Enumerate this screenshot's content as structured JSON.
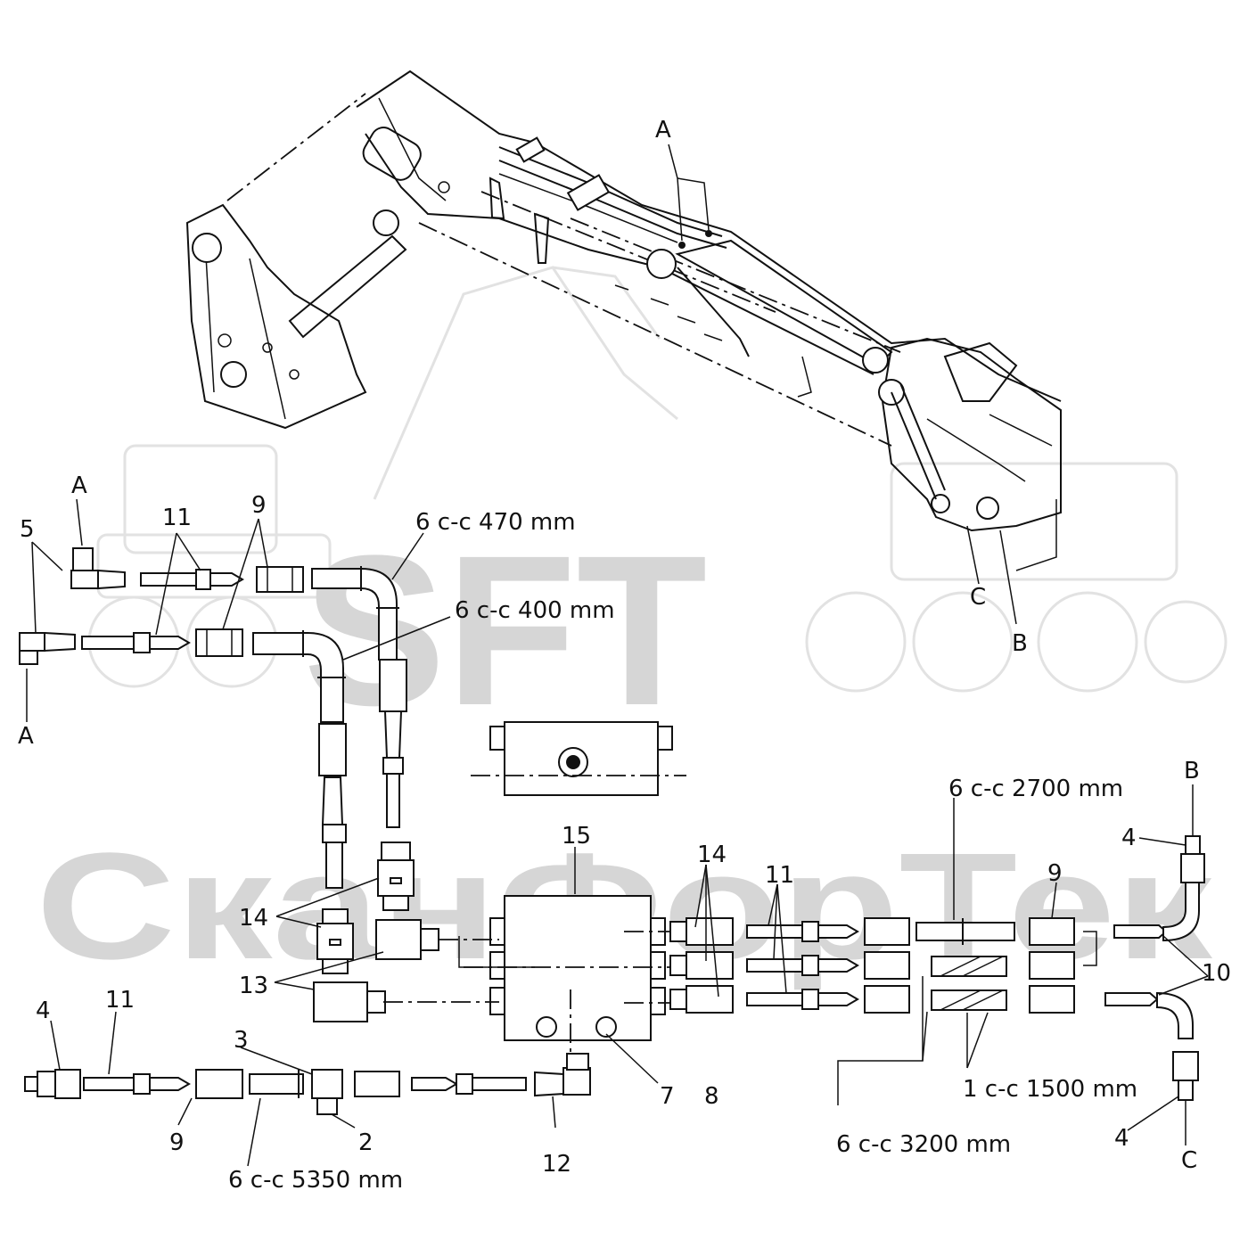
{
  "watermark": {
    "brand": "SFT",
    "company": "СканФорТек"
  },
  "diagram": {
    "boom_labels": {
      "a_top": "A",
      "b_end": "B",
      "c_end": "C"
    },
    "callouts": {
      "a_upper": "A",
      "a_lower": "A",
      "n5": "5",
      "n11_top": "11",
      "n9_top": "9",
      "hose_470": "6  c-c 470 mm",
      "hose_400": "6  c-c 400 mm",
      "n14_left": "14",
      "n13": "13",
      "n15": "15",
      "n14_right": "14",
      "n11_right": "11",
      "hose_2700": "6 c-c 2700 mm",
      "n9_right": "9",
      "b_right": "B",
      "n4_right_top": "4",
      "n10": "10",
      "n4_left": "4",
      "n11_bottom": "11",
      "n3": "3",
      "n2": "2",
      "n9_bottom": "9",
      "hose_5350": "6 c-c 5350 mm",
      "n12": "12",
      "n7": "7",
      "n8": "8",
      "n1_1500": "1 c-c 1500 mm",
      "hose_3200": "6 c-c 3200 mm",
      "n4_right_bottom": "4",
      "c_right": "C"
    }
  }
}
